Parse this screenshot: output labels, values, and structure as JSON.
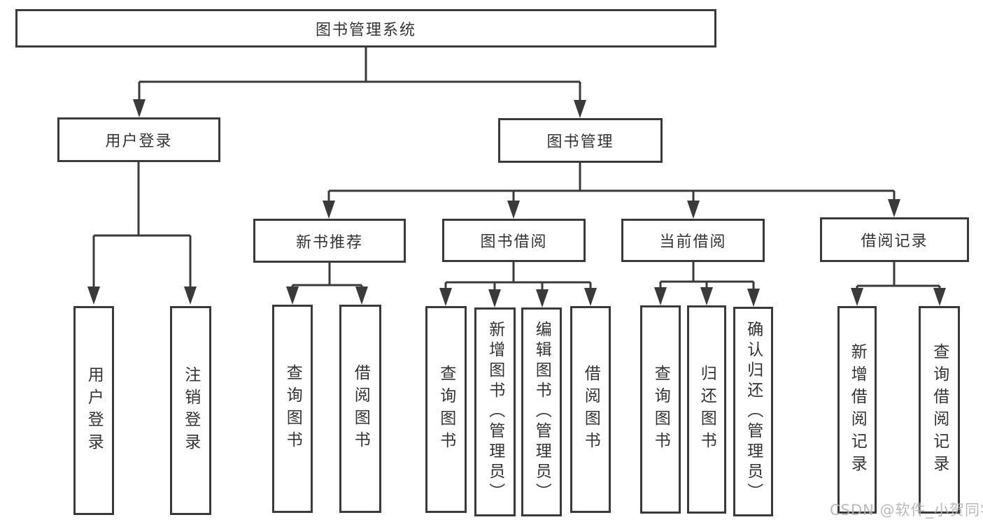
{
  "colors": {
    "line": "#3a3a3a",
    "text": "#333333",
    "watermark": "#b2b2b2",
    "background": "#ffffff"
  },
  "watermark": {
    "text": "CSDN @软件_小贺同学"
  },
  "diagram": {
    "type": "hierarchy-tree",
    "root_label": "图书管理系统",
    "level2": [
      {
        "label": "用户登录"
      },
      {
        "label": "图书管理"
      }
    ],
    "level3": [
      {
        "label": "新书推荐"
      },
      {
        "label": "图书借阅"
      },
      {
        "label": "当前借阅"
      },
      {
        "label": "借阅记录"
      }
    ],
    "leaf_groups": [
      {
        "parent": "用户登录",
        "items": [
          {
            "label": "用户登录"
          },
          {
            "label": "注销登录"
          }
        ]
      },
      {
        "parent": "新书推荐",
        "items": [
          {
            "label": "查询图书"
          },
          {
            "label": "借阅图书"
          }
        ]
      },
      {
        "parent": "图书借阅",
        "items": [
          {
            "label": "查询图书"
          },
          {
            "label": "新增图书（管理员）"
          },
          {
            "label": "编辑图书（管理员）"
          },
          {
            "label": "借阅图书"
          }
        ]
      },
      {
        "parent": "当前借阅",
        "items": [
          {
            "label": "查询图书"
          },
          {
            "label": "归还图书"
          },
          {
            "label": "确认归还（管理员）"
          }
        ]
      },
      {
        "parent": "借阅记录",
        "items": [
          {
            "label": "新增借阅记录"
          },
          {
            "label": "查询借阅记录"
          }
        ]
      }
    ]
  }
}
